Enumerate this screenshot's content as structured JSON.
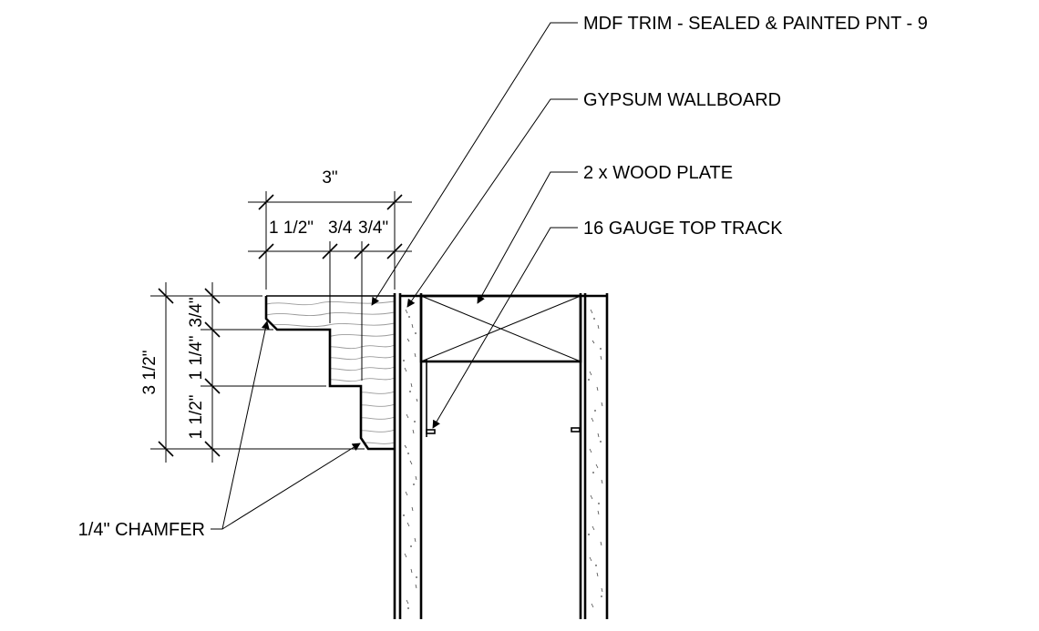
{
  "labels": {
    "mdf_trim": "MDF TRIM - SEALED & PAINTED PNT - 9",
    "gypsum": "GYPSUM WALLBOARD",
    "wood_plate": "2 x WOOD PLATE",
    "top_track": "16 GAUGE TOP TRACK",
    "chamfer": "1/4\" CHAMFER"
  },
  "dimensions": {
    "overall_width": "3\"",
    "width_a": "1 1/2\"",
    "width_b": "3/4",
    "width_c": "3/4\"",
    "overall_height": "3 1/2\"",
    "height_top": "3/4\"",
    "height_mid": "1 1/4\"",
    "height_bottom": "1 1/2\""
  }
}
